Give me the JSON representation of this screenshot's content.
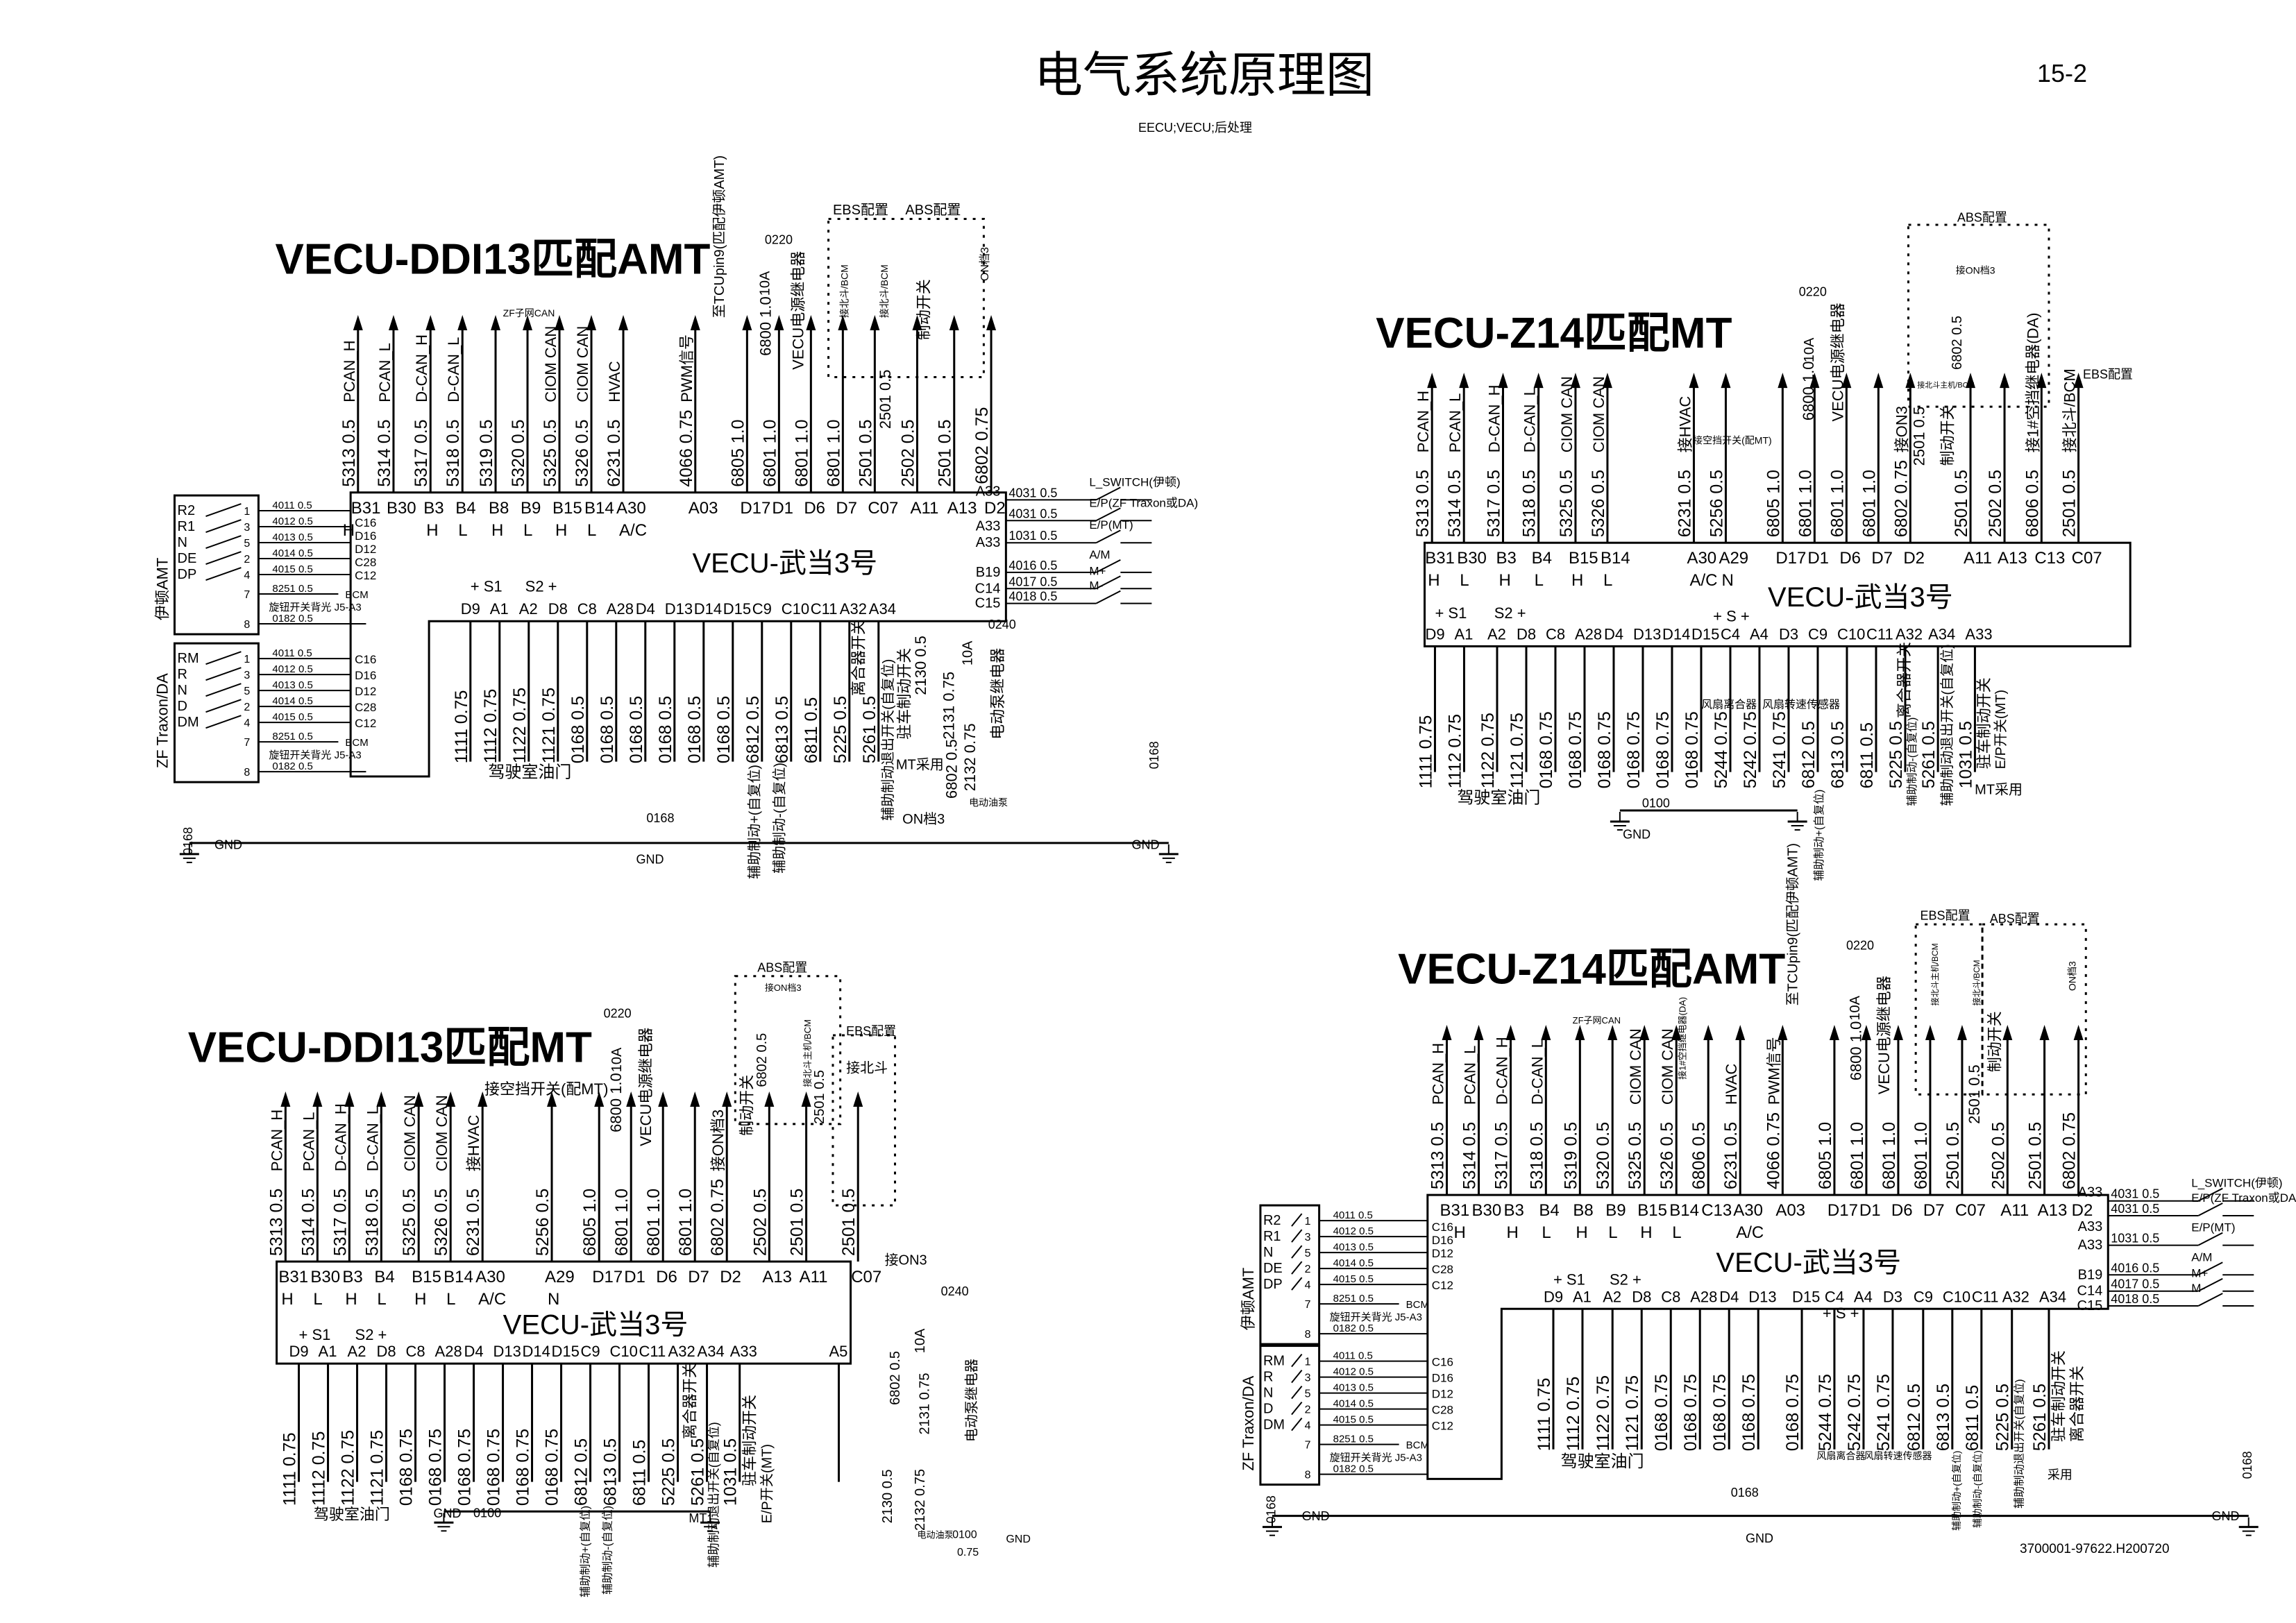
{
  "header": {
    "title": "电气系统原理图",
    "page_number": "15-2",
    "subtitle": "EECU;VECU;后处理"
  },
  "footer": {
    "doc_code": "3700001-97622.H200720"
  },
  "shift_switch": {
    "groups": [
      {
        "name": "伊顿AMT",
        "switches": [
          "R2",
          "R1",
          "N",
          "DE",
          "DP"
        ]
      },
      {
        "name": "ZF Traxon/DA",
        "switches": [
          "RM",
          "R",
          "N",
          "D",
          "DM"
        ]
      }
    ],
    "terminals": [
      "1",
      "3",
      "5",
      "2",
      "4",
      "7",
      "8"
    ],
    "ecu_pins": [
      "C16",
      "D16",
      "D12",
      "C28",
      "C12"
    ],
    "wires": [
      "4011 0.5",
      "4012 0.5",
      "4013 0.5",
      "4014 0.5",
      "4015 0.5"
    ],
    "backlight_wire": "8251 0.5",
    "backlight_target": "BCM",
    "backlight_label": "旋钮开关背光 J5-A3",
    "ground_wire": "0182 0.5"
  },
  "right_pins": [
    {
      "pin": "A33",
      "wire": "4031 0.5",
      "label": "L_SWITCH(伊顿)"
    },
    {
      "pin": "A33",
      "wire": "4031 0.5",
      "label": "E/P(ZF Traxon或DA)"
    },
    {
      "pin": "A33",
      "wire": "1031 0.5",
      "label": "E/P(MT)"
    },
    {
      "pin": "B19",
      "wire": "4016 0.5",
      "label": "A/M"
    },
    {
      "pin": "C14",
      "wire": "4017 0.5",
      "label": "M+"
    },
    {
      "pin": "C15",
      "wire": "4018 0.5",
      "label": "M-"
    }
  ],
  "diagrams": [
    {
      "title": "VECU-DDI13匹配AMT",
      "ecu_label": "VECU-武当3号",
      "top_pins": [
        {
          "pin": "B31",
          "sub": "H",
          "wire": "5313 0.5",
          "signal": "PCAN_H"
        },
        {
          "pin": "B30",
          "sub": "",
          "wire": "5314 0.5",
          "signal": "PCAN_L"
        },
        {
          "pin": "B3",
          "sub": "H",
          "wire": "5317 0.5",
          "signal": "D-CAN_H"
        },
        {
          "pin": "B4",
          "sub": "L",
          "wire": "5318 0.5",
          "signal": "D-CAN_L"
        },
        {
          "pin": "B8",
          "sub": "H",
          "wire": "5319 0.5",
          "signal": ""
        },
        {
          "pin": "B9",
          "sub": "L",
          "wire": "5320 0.5",
          "signal": ""
        },
        {
          "pin": "B15",
          "sub": "H",
          "wire": "5325 0.5",
          "signal": "CIOM CAN"
        },
        {
          "pin": "B14",
          "sub": "L",
          "wire": "5326 0.5",
          "signal": "CIOM CAN"
        },
        {
          "pin": "A30",
          "sub": "A/C",
          "wire": "6231 0.5",
          "signal": "HVAC"
        },
        {
          "pin": "A03",
          "sub": "",
          "wire": "4066 0.75",
          "signal": "PWM信号"
        },
        {
          "pin": "D17",
          "sub": "",
          "wire": "6805 1.0",
          "signal": ""
        },
        {
          "pin": "D1",
          "sub": "",
          "wire": "6801 1.0",
          "signal": ""
        },
        {
          "pin": "D6",
          "sub": "",
          "wire": "6801 1.0",
          "signal": ""
        },
        {
          "pin": "D7",
          "sub": "",
          "wire": "6801 1.0",
          "signal": ""
        },
        {
          "pin": "C07",
          "sub": "",
          "wire": "2501 0.5",
          "signal": ""
        },
        {
          "pin": "A11",
          "sub": "",
          "wire": "2502 0.5",
          "signal": ""
        },
        {
          "pin": "A13",
          "sub": "",
          "wire": "2501 0.5",
          "signal": ""
        },
        {
          "pin": "D2",
          "sub": "",
          "wire": "6802 0.75",
          "signal": ""
        }
      ],
      "bottom_signs": [
        "+ S1",
        "S2 +"
      ],
      "bottom_pins": [
        {
          "pin": "D9",
          "wire": "1111 0.75"
        },
        {
          "pin": "A1",
          "wire": "1112 0.75"
        },
        {
          "pin": "A2",
          "wire": "1122 0.75"
        },
        {
          "pin": "D8",
          "wire": "1121 0.75"
        },
        {
          "pin": "C8",
          "wire": "0168 0.5"
        },
        {
          "pin": "A28",
          "wire": "0168 0.5"
        },
        {
          "pin": "D4",
          "wire": "0168 0.5"
        },
        {
          "pin": "D13",
          "wire": "0168 0.5"
        },
        {
          "pin": "D14",
          "wire": "0168 0.5"
        },
        {
          "pin": "D15",
          "wire": "0168 0.5"
        },
        {
          "pin": "C9",
          "wire": "6812 0.5"
        },
        {
          "pin": "C10",
          "wire": "6813 0.5"
        },
        {
          "pin": "C11",
          "wire": "6811 0.5"
        },
        {
          "pin": "A32",
          "wire": "5225 0.5"
        },
        {
          "pin": "A34",
          "wire": "5261 0.5"
        }
      ],
      "notes": [
        "ZF子网CAN",
        "至TCUpin9(匹配伊顿AMT)",
        "0220",
        "10A",
        "6800 1.0",
        "VECU电源继电器",
        "EBS配置",
        "ABS配置",
        "接北斗/BCM",
        "接北斗/BCM",
        "制动开关",
        "2501 0.5",
        "ON档3",
        "驾驶室油门",
        "辅助制动+(自复位)",
        "辅助制动-(自复位)",
        "辅助制动退出开关(自复位)",
        "驻车制动开关",
        "离合器开关",
        "MT采用",
        "2130 0.5",
        "6802 0.5",
        "10A",
        "0240",
        "2131 0.75",
        "2132 0.75",
        "电动泵继电器",
        "电动油泵",
        "ON档3",
        "0168",
        "0168",
        "0168",
        "GND",
        "GND",
        "GND"
      ]
    },
    {
      "title": "VECU-Z14匹配MT",
      "ecu_label": "VECU-武当3号",
      "top_pins": [
        {
          "pin": "B31",
          "sub": "H",
          "wire": "5313 0.5",
          "signal": "PCAN_H"
        },
        {
          "pin": "B30",
          "sub": "L",
          "wire": "5314 0.5",
          "signal": "PCAN_L"
        },
        {
          "pin": "B3",
          "sub": "H",
          "wire": "5317 0.5",
          "signal": "D-CAN_H"
        },
        {
          "pin": "B4",
          "sub": "L",
          "wire": "5318 0.5",
          "signal": "D-CAN_L"
        },
        {
          "pin": "B15",
          "sub": "H",
          "wire": "5325 0.5",
          "signal": "CIOM CAN"
        },
        {
          "pin": "B14",
          "sub": "L",
          "wire": "5326 0.5",
          "signal": "CIOM CAN"
        },
        {
          "pin": "A30",
          "sub": "A/C",
          "wire": "6231 0.5",
          "signal": "接HVAC"
        },
        {
          "pin": "A29",
          "sub": "N",
          "wire": "5256 0.5",
          "signal": ""
        },
        {
          "pin": "D17",
          "sub": "",
          "wire": "6805 1.0",
          "signal": ""
        },
        {
          "pin": "D1",
          "sub": "",
          "wire": "6801 1.0",
          "signal": ""
        },
        {
          "pin": "D6",
          "sub": "",
          "wire": "6801 1.0",
          "signal": ""
        },
        {
          "pin": "D7",
          "sub": "",
          "wire": "6801 1.0",
          "signal": ""
        },
        {
          "pin": "D2",
          "sub": "",
          "wire": "6802 0.75",
          "signal": "接ON3"
        },
        {
          "pin": "A11",
          "sub": "",
          "wire": "2501 0.5",
          "signal": ""
        },
        {
          "pin": "A13",
          "sub": "",
          "wire": "2502 0.5",
          "signal": ""
        },
        {
          "pin": "C13",
          "sub": "",
          "wire": "6806 0.5",
          "signal": "接1#空挡继电器(DA)"
        },
        {
          "pin": "C07",
          "sub": "",
          "wire": "2501 0.5",
          "signal": "接北斗/BCM"
        }
      ],
      "bottom_signs": [
        "+ S1",
        "S2 +",
        "+ S +"
      ],
      "bottom_pins": [
        {
          "pin": "D9",
          "wire": "1111 0.75"
        },
        {
          "pin": "A1",
          "wire": "1112 0.75"
        },
        {
          "pin": "A2",
          "wire": "1122 0.75"
        },
        {
          "pin": "D8",
          "wire": "1121 0.75"
        },
        {
          "pin": "C8",
          "wire": "0168 0.75"
        },
        {
          "pin": "A28",
          "wire": "0168 0.75"
        },
        {
          "pin": "D4",
          "wire": "0168 0.75"
        },
        {
          "pin": "D13",
          "wire": "0168 0.75"
        },
        {
          "pin": "D14",
          "wire": "0168 0.75"
        },
        {
          "pin": "D15",
          "wire": "0168 0.75"
        },
        {
          "pin": "C4",
          "wire": "5244 0.75"
        },
        {
          "pin": "A4",
          "wire": "5242 0.75"
        },
        {
          "pin": "D3",
          "wire": "5241 0.75"
        },
        {
          "pin": "C9",
          "wire": "6812 0.5"
        },
        {
          "pin": "C10",
          "wire": "6813 0.5"
        },
        {
          "pin": "C11",
          "wire": "6811 0.5"
        },
        {
          "pin": "A32",
          "wire": "5225 0.5"
        },
        {
          "pin": "A34",
          "wire": "5261 0.5"
        },
        {
          "pin": "A33",
          "wire": "1031 0.5"
        }
      ],
      "notes": [
        "0220",
        "10A",
        "6800 1.0",
        "VECU电源继电器",
        "接空挡开关(配MT)",
        "ABS配置",
        "接ON档3",
        "6802 0.5",
        "接北斗主机/BCM",
        "2501 0.5",
        "制动开关",
        "EBS配置",
        "驾驶室油门",
        "风扇离合器",
        "风扇转速传感器",
        "辅助制动+(自复位)",
        "辅助制动-(自复位)",
        "辅助制动退出开关(自复位)",
        "驻车制动开关",
        "离合器开关",
        "MT采用",
        "E/P开关(MT)",
        "0100",
        "GND"
      ]
    },
    {
      "title": "VECU-DDI13匹配MT",
      "ecu_label": "VECU-武当3号",
      "top_pins": [
        {
          "pin": "B31",
          "sub": "H",
          "wire": "5313 0.5",
          "signal": "PCAN_H"
        },
        {
          "pin": "B30",
          "sub": "L",
          "wire": "5314 0.5",
          "signal": "PCAN_L"
        },
        {
          "pin": "B3",
          "sub": "H",
          "wire": "5317 0.5",
          "signal": "D-CAN_H"
        },
        {
          "pin": "B4",
          "sub": "L",
          "wire": "5318 0.5",
          "signal": "D-CAN_L"
        },
        {
          "pin": "B15",
          "sub": "H",
          "wire": "5325 0.5",
          "signal": "CIOM CAN"
        },
        {
          "pin": "B14",
          "sub": "L",
          "wire": "5326 0.5",
          "signal": "CIOM CAN"
        },
        {
          "pin": "A30",
          "sub": "A/C",
          "wire": "6231 0.5",
          "signal": "接HVAC"
        },
        {
          "pin": "A29",
          "sub": "N",
          "wire": "5256 0.5",
          "signal": ""
        },
        {
          "pin": "D17",
          "sub": "",
          "wire": "6805 1.0",
          "signal": ""
        },
        {
          "pin": "D1",
          "sub": "",
          "wire": "6801 1.0",
          "signal": ""
        },
        {
          "pin": "D6",
          "sub": "",
          "wire": "6801 1.0",
          "signal": ""
        },
        {
          "pin": "D7",
          "sub": "",
          "wire": "6801 1.0",
          "signal": ""
        },
        {
          "pin": "D2",
          "sub": "",
          "wire": "6802 0.75",
          "signal": "接ON档3"
        },
        {
          "pin": "A13",
          "sub": "",
          "wire": "2502 0.5",
          "signal": ""
        },
        {
          "pin": "A11",
          "sub": "",
          "wire": "2501 0.5",
          "signal": ""
        },
        {
          "pin": "C07",
          "sub": "",
          "wire": "2501 0.5",
          "signal": ""
        }
      ],
      "bottom_signs": [
        "+ S1",
        "S2 +"
      ],
      "bottom_pins": [
        {
          "pin": "D9",
          "wire": "1111 0.75"
        },
        {
          "pin": "A1",
          "wire": "1112 0.75"
        },
        {
          "pin": "A2",
          "wire": "1122 0.75"
        },
        {
          "pin": "D8",
          "wire": "1121 0.75"
        },
        {
          "pin": "C8",
          "wire": "0168 0.75"
        },
        {
          "pin": "A28",
          "wire": "0168 0.75"
        },
        {
          "pin": "D4",
          "wire": "0168 0.75"
        },
        {
          "pin": "D13",
          "wire": "0168 0.75"
        },
        {
          "pin": "D14",
          "wire": "0168 0.75"
        },
        {
          "pin": "D15",
          "wire": "0168 0.75"
        },
        {
          "pin": "C9",
          "wire": "6812 0.5"
        },
        {
          "pin": "C10",
          "wire": "6813 0.5"
        },
        {
          "pin": "C11",
          "wire": "6811 0.5"
        },
        {
          "pin": "A32",
          "wire": "5225 0.5"
        },
        {
          "pin": "A34",
          "wire": "5261 0.5"
        },
        {
          "pin": "A33",
          "wire": "1031 0.5"
        },
        {
          "pin": "A5",
          "wire": ""
        }
      ],
      "notes": [
        "0220",
        "10A",
        "6800 1.0",
        "VECU电源继电器",
        "接空挡开关(配MT)",
        "ABS配置",
        "接ON档3",
        "6802 0.5",
        "制动开关",
        "2501 0.5",
        "接北斗主机/BCM",
        "EBS配置",
        "接北斗",
        "接ON3",
        "0240",
        "10A",
        "6802 0.5",
        "2131 0.75",
        "电动泵继电器",
        "2130 0.5",
        "2132 0.75",
        "电动油泵",
        "0100",
        "0.75",
        "GND",
        "驾驶室油门",
        "辅助制动+(自复位)",
        "辅助制动-(自复位)",
        "辅助制动退出开关(自复位)",
        "驻车制动开关",
        "离合器开关",
        "MT",
        "E/P开关(MT)",
        "0100",
        "GND"
      ]
    },
    {
      "title": "VECU-Z14匹配AMT",
      "ecu_label": "VECU-武当3号",
      "top_pins": [
        {
          "pin": "B31",
          "sub": "H",
          "wire": "5313 0.5",
          "signal": "PCAN_H"
        },
        {
          "pin": "B30",
          "sub": "",
          "wire": "5314 0.5",
          "signal": "PCAN_L"
        },
        {
          "pin": "B3",
          "sub": "H",
          "wire": "5317 0.5",
          "signal": "D-CAN_H"
        },
        {
          "pin": "B4",
          "sub": "L",
          "wire": "5318 0.5",
          "signal": "D-CAN_L"
        },
        {
          "pin": "B8",
          "sub": "H",
          "wire": "5319 0.5",
          "signal": ""
        },
        {
          "pin": "B9",
          "sub": "L",
          "wire": "5320 0.5",
          "signal": ""
        },
        {
          "pin": "B15",
          "sub": "H",
          "wire": "5325 0.5",
          "signal": "CIOM CAN"
        },
        {
          "pin": "B14",
          "sub": "L",
          "wire": "5326 0.5",
          "signal": "CIOM CAN"
        },
        {
          "pin": "C13",
          "sub": "",
          "wire": "6806 0.5",
          "signal": ""
        },
        {
          "pin": "A30",
          "sub": "A/C",
          "wire": "6231 0.5",
          "signal": "HVAC"
        },
        {
          "pin": "A03",
          "sub": "",
          "wire": "4066 0.75",
          "signal": "PWM信号"
        },
        {
          "pin": "D17",
          "sub": "",
          "wire": "6805 1.0",
          "signal": ""
        },
        {
          "pin": "D1",
          "sub": "",
          "wire": "6801 1.0",
          "signal": ""
        },
        {
          "pin": "D6",
          "sub": "",
          "wire": "6801 1.0",
          "signal": ""
        },
        {
          "pin": "D7",
          "sub": "",
          "wire": "6801 1.0",
          "signal": ""
        },
        {
          "pin": "C07",
          "sub": "",
          "wire": "2501 0.5",
          "signal": ""
        },
        {
          "pin": "A11",
          "sub": "",
          "wire": "2502 0.5",
          "signal": ""
        },
        {
          "pin": "A13",
          "sub": "",
          "wire": "2501 0.5",
          "signal": ""
        },
        {
          "pin": "D2",
          "sub": "",
          "wire": "6802 0.75",
          "signal": ""
        }
      ],
      "bottom_signs": [
        "+ S1",
        "S2 +",
        "+ S +"
      ],
      "bottom_pins": [
        {
          "pin": "D9",
          "wire": "1111 0.75"
        },
        {
          "pin": "A1",
          "wire": "1112 0.75"
        },
        {
          "pin": "A2",
          "wire": "1122 0.75"
        },
        {
          "pin": "D8",
          "wire": "1121 0.75"
        },
        {
          "pin": "C8",
          "wire": "0168 0.75"
        },
        {
          "pin": "A28",
          "wire": "0168 0.75"
        },
        {
          "pin": "D4",
          "wire": "0168 0.75"
        },
        {
          "pin": "D13",
          "wire": "0168 0.75"
        },
        {
          "pin": "D15",
          "wire": "0168 0.75"
        },
        {
          "pin": "C4",
          "wire": "5244 0.75"
        },
        {
          "pin": "A4",
          "wire": "5242 0.75"
        },
        {
          "pin": "D3",
          "wire": "5241 0.75"
        },
        {
          "pin": "C9",
          "wire": "6812 0.5"
        },
        {
          "pin": "C10",
          "wire": "6813 0.5"
        },
        {
          "pin": "C11",
          "wire": "6811 0.5"
        },
        {
          "pin": "A32",
          "wire": "5225 0.5"
        },
        {
          "pin": "A34",
          "wire": "5261 0.5"
        }
      ],
      "notes": [
        "ZF子网CAN",
        "接1#空挡继电器(DA)",
        "至TCUpin9(匹配伊顿AMT)",
        "0220",
        "10A",
        "6800 1.0",
        "VECU电源继电器",
        "EBS配置",
        "ABS配置",
        "接北斗主机/BCM",
        "接北斗/BCM",
        "制动开关",
        "2501 0.5",
        "ON档3",
        "驾驶室油门",
        "风扇离合器",
        "风扇转速传感器",
        "辅助制动+(自复位)",
        "辅助制动-(自复位)",
        "辅助制动退出开关(自复位)",
        "驻车制动开关",
        "离合器开关",
        "采用",
        "0168",
        "0168",
        "0168",
        "GND",
        "GND",
        "GND"
      ]
    }
  ]
}
